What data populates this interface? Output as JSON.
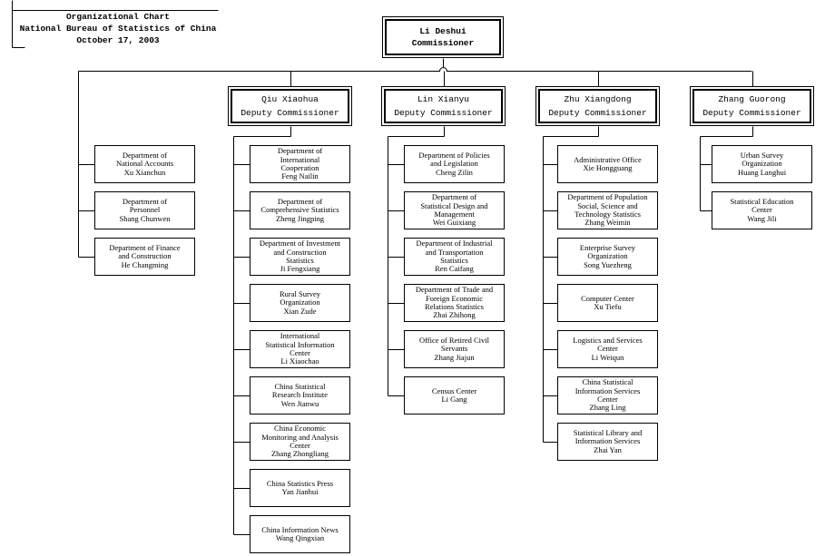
{
  "header": {
    "title": "Organizational Chart",
    "organization": "National Bureau of Statistics of China",
    "date": "October 17, 2003"
  },
  "commissioner": {
    "name": "Li Deshui",
    "title": "Commissioner"
  },
  "direct_departments": [
    {
      "unit": [
        "Department of",
        "National Accounts"
      ],
      "head": "Xu Xianchun"
    },
    {
      "unit": [
        "Department of",
        "Personnel"
      ],
      "head": "Shang Chunwen"
    },
    {
      "unit": [
        "Department of Finance",
        "and Construction"
      ],
      "head": "He Changming"
    }
  ],
  "deputies": [
    {
      "name": "Qiu Xiaohua",
      "title": "Deputy Commissioner",
      "departments": [
        {
          "unit": [
            "Department of",
            "International",
            "Cooperation"
          ],
          "head": "Feng Nailin"
        },
        {
          "unit": [
            "Department of",
            "Comprehensive Statistics"
          ],
          "head": "Zheng Jingping"
        },
        {
          "unit": [
            "Department of Investment",
            "and Construction",
            "Statistics"
          ],
          "head": "Ji Fengxiang"
        },
        {
          "unit": [
            "Rural Survey",
            "Organization"
          ],
          "head": "Xian Zude"
        },
        {
          "unit": [
            "International",
            "Statistical Information",
            "Center"
          ],
          "head": "Li Xiaochao"
        },
        {
          "unit": [
            "China Statistical",
            "Research Institute"
          ],
          "head": "Wen Jianwu"
        },
        {
          "unit": [
            "China Economic",
            "Monitoring and Analysis",
            "Center"
          ],
          "head": "Zhang Zhongliang"
        },
        {
          "unit": [
            "China Statistics Press"
          ],
          "head": "Yan Jianhui"
        },
        {
          "unit": [
            "China Information News"
          ],
          "head": "Wang Qingxian"
        }
      ]
    },
    {
      "name": "Lin Xianyu",
      "title": "Deputy Commissioner",
      "departments": [
        {
          "unit": [
            "Department of Policies",
            "and Legislation"
          ],
          "head": "Cheng Zilin"
        },
        {
          "unit": [
            "Department of",
            "Statistical Design and",
            "Management"
          ],
          "head": "Wei Guixiang"
        },
        {
          "unit": [
            "Department of Industrial",
            "and Transportation",
            "Statistics"
          ],
          "head": "Ren Caifang"
        },
        {
          "unit": [
            "Department of Trade and",
            "Foreign Economic",
            "Relations Statistics"
          ],
          "head": "Zhai Zhihong"
        },
        {
          "unit": [
            "Office of Retired Civil",
            "Servants"
          ],
          "head": "Zhang Jiajun"
        },
        {
          "unit": [
            "Census Center"
          ],
          "head": "Li Gang"
        }
      ]
    },
    {
      "name": "Zhu Xiangdong",
      "title": "Deputy Commissioner",
      "departments": [
        {
          "unit": [
            "Administrative Office"
          ],
          "head": "Xie Hongguang"
        },
        {
          "unit": [
            "Department of Population",
            "Social, Science and",
            "Technology Statistics"
          ],
          "head": "Zhang Weimin"
        },
        {
          "unit": [
            "Enterprise Survey",
            "Organization"
          ],
          "head": "Song Yuezheng"
        },
        {
          "unit": [
            "Computer Center"
          ],
          "head": "Xu Tiefu"
        },
        {
          "unit": [
            "Logistics and Services",
            "Center"
          ],
          "head": "Li Weiqun"
        },
        {
          "unit": [
            "China Statistical",
            "Information Services",
            "Center"
          ],
          "head": "Zhang Ling"
        },
        {
          "unit": [
            "Statistical Library and",
            "Information Services"
          ],
          "head": "Zhai Yan"
        }
      ]
    },
    {
      "name": "Zhang Guorong",
      "title": "Deputy Commissioner",
      "departments": [
        {
          "unit": [
            "Urban Survey",
            "Organization"
          ],
          "head": "Huang Langhui"
        },
        {
          "unit": [
            "Statistical Education",
            "Center"
          ],
          "head": "Wang Jili"
        }
      ]
    }
  ]
}
